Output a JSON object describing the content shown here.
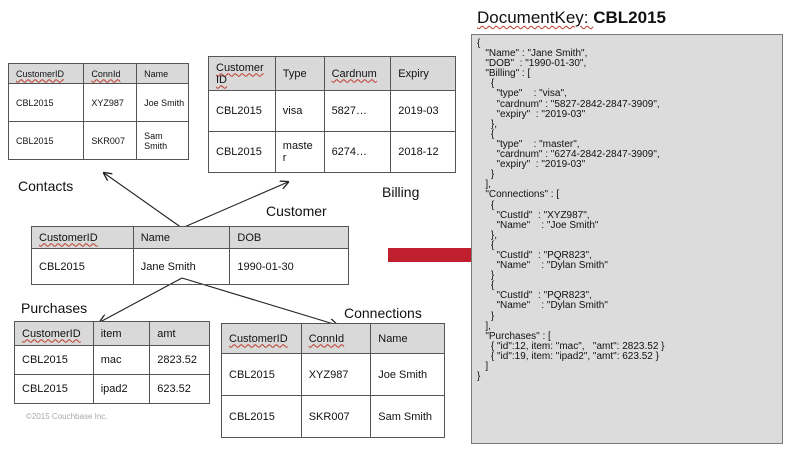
{
  "document_title": {
    "prefix": "DocumentKey: ",
    "key": "CBL2015"
  },
  "labels": {
    "contacts": "Contacts",
    "billing": "Billing",
    "customer": "Customer",
    "purchases": "Purchases",
    "connections": "Connections"
  },
  "contacts_table": {
    "headers": [
      "CustomerID",
      "ConnId",
      "Name"
    ],
    "rows": [
      [
        "CBL2015",
        "XYZ987",
        "Joe Smith"
      ],
      [
        "CBL2015",
        "SKR007",
        "Sam\nSmith"
      ]
    ]
  },
  "billing_table": {
    "headers": [
      "Customer\nID",
      "Type",
      "Cardnum",
      "Expiry"
    ],
    "rows": [
      [
        "CBL2015",
        "visa",
        "5827…",
        "2019-03"
      ],
      [
        "CBL2015",
        "maste\nr",
        "6274…",
        "2018-12"
      ]
    ]
  },
  "customer_table": {
    "headers": [
      "CustomerID",
      "Name",
      "DOB"
    ],
    "rows": [
      [
        "CBL2015",
        "Jane Smith",
        "1990-01-30"
      ]
    ]
  },
  "purchases_table": {
    "headers": [
      "CustomerID",
      "item",
      "amt"
    ],
    "rows": [
      [
        "CBL2015",
        "mac",
        "2823.52"
      ],
      [
        "CBL2015",
        "ipad2",
        "623.52"
      ]
    ]
  },
  "connections_table": {
    "headers": [
      "CustomerID",
      "ConnId",
      "Name"
    ],
    "rows": [
      [
        "CBL2015",
        "XYZ987",
        "Joe Smith"
      ],
      [
        "CBL2015",
        "SKR007",
        "Sam Smith"
      ]
    ]
  },
  "json_document": "{\n   \"Name\" : \"Jane Smith\",\n   \"DOB\"  : \"1990-01-30\",\n   \"Billing\" : [\n     {\n       \"type\"    : \"visa\",\n       \"cardnum\" : \"5827-2842-2847-3909\",\n       \"expiry\"  : \"2019-03\"\n     },\n     {\n       \"type\"    : \"master\",\n       \"cardnum\" : \"6274-2842-2847-3909\",\n       \"expiry\"  : \"2019-03\"\n     }\n   ],\n   \"Connections\" : [\n     {\n       \"CustId\"  : \"XYZ987\",\n       \"Name\"    : \"Joe Smith\"\n     },\n     {\n       \"CustId\"  : \"PQR823\",\n       \"Name\"    : \"Dylan Smith\"\n     }\n     {\n       \"CustId\"  : \"PQR823\",\n       \"Name\"    : \"Dylan Smith\"\n     }\n   ],\n   \"Purchases\" : [\n     { \"id\":12, item: \"mac\",   \"amt\": 2823.52 }\n     { \"id\":19, item: \"ipad2\", \"amt\": 623.52 }\n   ]\n}",
  "copyright": "©2015 Couchbase Inc.",
  "colors": {
    "arrow": "#c0202e",
    "panel": "#dcdcdc",
    "header": "#d9d9d9"
  }
}
